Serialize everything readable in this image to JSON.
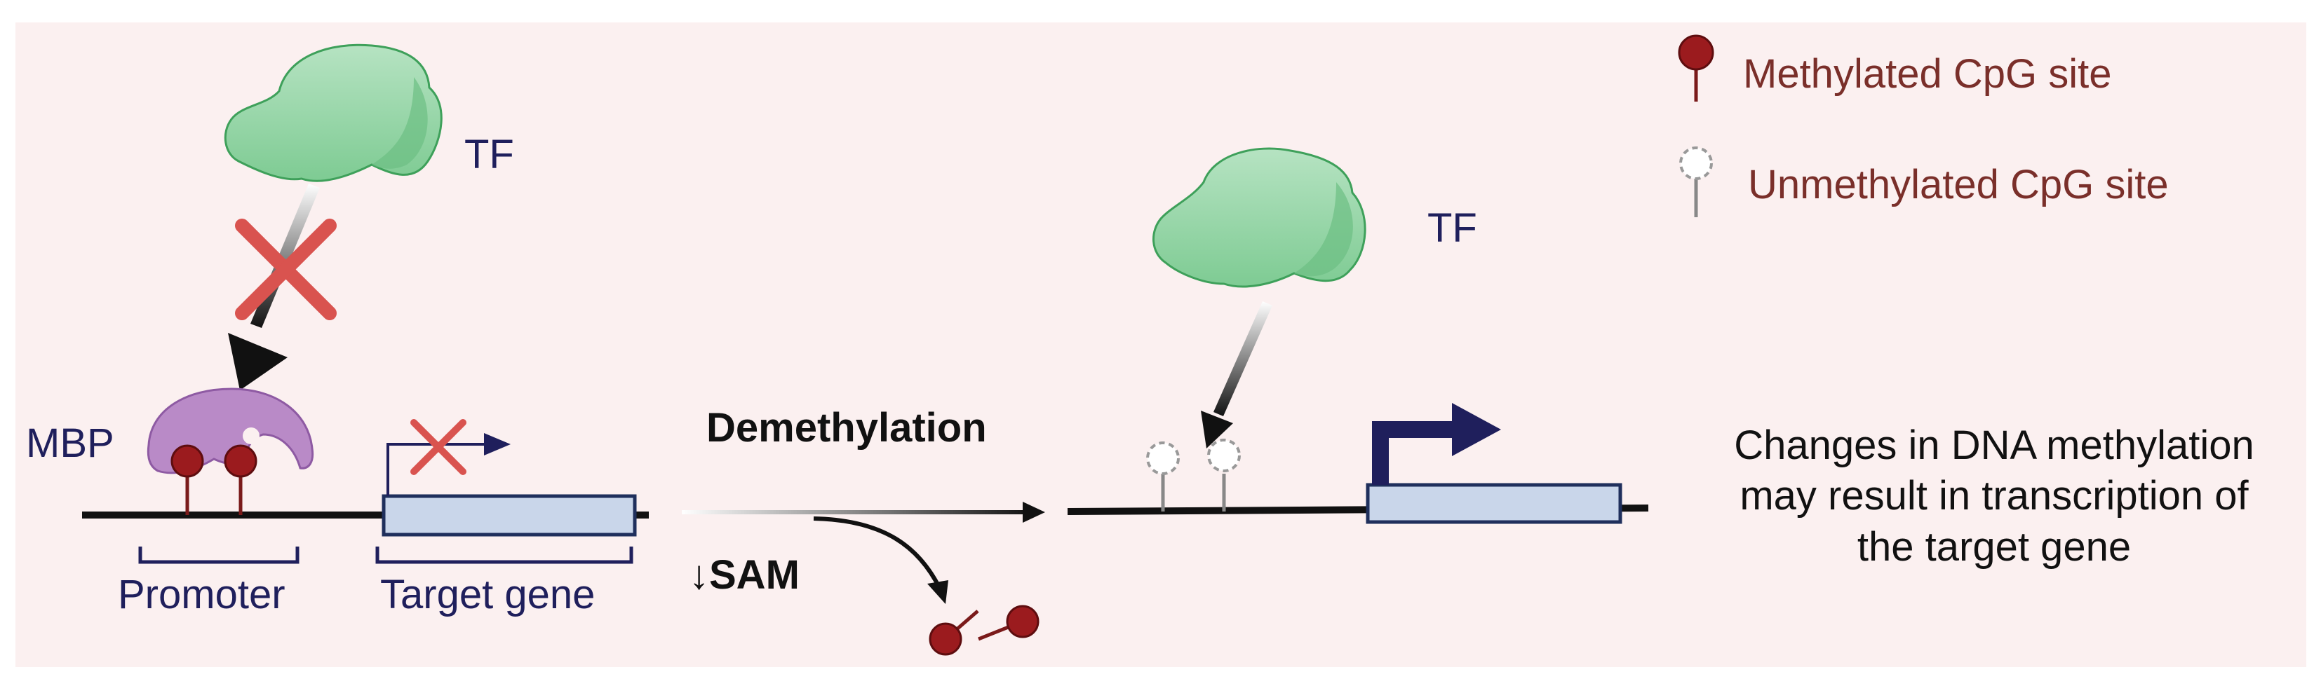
{
  "colors": {
    "background_panel": "#fbf0f0",
    "tf_protein": "#7ecb93",
    "mbp_protein": "#b98ac7",
    "methylated_site": "#9b1b1e",
    "target_gene_box": "#c9d6ea",
    "navy": "#1f1f5c",
    "block_cross": "#d9534f"
  },
  "labels": {
    "tf_left": "TF",
    "tf_right": "TF",
    "mbp": "MBP",
    "promoter": "Promoter",
    "target_gene": "Target gene",
    "demethylation": "Demethylation",
    "sam": "↓SAM"
  },
  "legend": {
    "methylated": "Methylated CpG site",
    "unmethylated": "Unmethylated CpG site"
  },
  "note": {
    "line1": "Changes in DNA methylation",
    "line2": "may result in transcription of",
    "line3": "the target gene"
  }
}
